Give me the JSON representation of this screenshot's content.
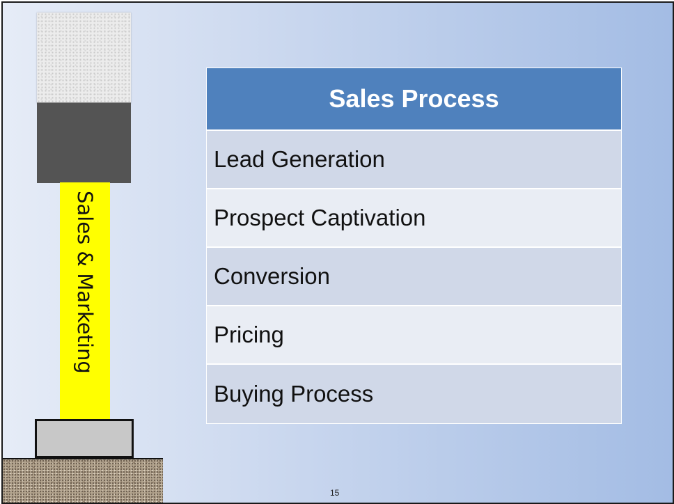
{
  "slide": {
    "pillar": {
      "label": "Sales & Marketing",
      "shaft_color": "#ffff00"
    },
    "table": {
      "header": "Sales Process",
      "header_color": "#4f81bd",
      "rows": [
        "Lead Generation",
        "Prospect Captivation",
        "Conversion",
        "Pricing",
        "Buying Process"
      ]
    },
    "page_number": "15"
  }
}
